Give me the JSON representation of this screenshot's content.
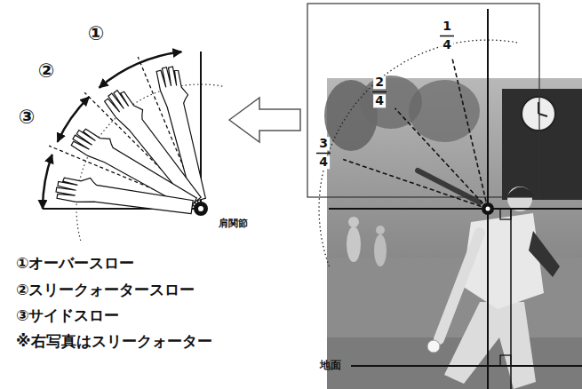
{
  "diagram": {
    "labels": [
      "①",
      "②",
      "③",
      "肩関節",
      "1",
      "4",
      "2",
      "4",
      "3",
      "4",
      "①オーバースロー",
      "②スリークォータースロー",
      "③サイドスロー",
      "※右写真はスリークォーター",
      "地面"
    ]
  }
}
